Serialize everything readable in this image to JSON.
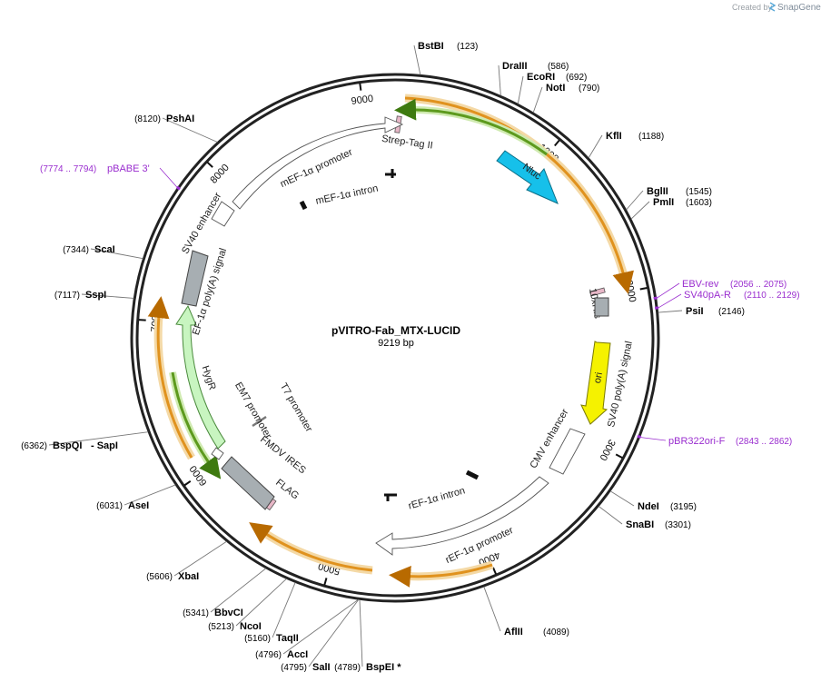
{
  "credit": {
    "prefix": "Created by",
    "brand": "SnapGene"
  },
  "plasmid": {
    "name": "pVITRO-Fab_MTX-LUCID",
    "length": "9219 bp",
    "total_bp": 9219
  },
  "colors": {
    "backbone": "#222222",
    "primer": "#9a2ecf",
    "nluc": "#16c0ea",
    "ori": "#f5f200",
    "hygr": "#c8f5c0",
    "orf_orange": "#e0921e",
    "orf_green": "#5d9a1e",
    "polyA_gray": "#a7aeb2",
    "promoter_white": "#ffffff"
  },
  "ticks": [
    {
      "bp": 1000,
      "label": "1000"
    },
    {
      "bp": 2000,
      "label": "2000"
    },
    {
      "bp": 3000,
      "label": "3000"
    },
    {
      "bp": 4000,
      "label": "4000"
    },
    {
      "bp": 5000,
      "label": "5000"
    },
    {
      "bp": 6000,
      "label": "6000"
    },
    {
      "bp": 7000,
      "label": "7000"
    },
    {
      "bp": 8000,
      "label": "8000"
    },
    {
      "bp": 9000,
      "label": "9000"
    }
  ],
  "sites": [
    {
      "name": "BstBI",
      "pos": "(123)",
      "bp": 123
    },
    {
      "name": "DraIII",
      "pos": "(586)",
      "bp": 586
    },
    {
      "name": "EcoRI",
      "pos": "(692)",
      "bp": 692
    },
    {
      "name": "NotI",
      "pos": "(790)",
      "bp": 790
    },
    {
      "name": "KflI",
      "pos": "(1188)",
      "bp": 1188
    },
    {
      "name": "BglII",
      "pos": "(1545)",
      "bp": 1545
    },
    {
      "name": "PmlI",
      "pos": "(1603)",
      "bp": 1603
    },
    {
      "name": "PsiI",
      "pos": "(2146)",
      "bp": 2146
    },
    {
      "name": "NdeI",
      "pos": "(3195)",
      "bp": 3195
    },
    {
      "name": "SnaBI",
      "pos": "(3301)",
      "bp": 3301
    },
    {
      "name": "AflII",
      "pos": "(4089)",
      "bp": 4089
    },
    {
      "name": "BspEI *",
      "pos": "(4789)",
      "bp": 4789
    },
    {
      "name": "SalI",
      "pos": "(4795)",
      "bp": 4795
    },
    {
      "name": "AccI",
      "pos": "(4796)",
      "bp": 4796
    },
    {
      "name": "TaqII",
      "pos": "(5160)",
      "bp": 5160
    },
    {
      "name": "NcoI",
      "pos": "(5213)",
      "bp": 5213
    },
    {
      "name": "BbvCI",
      "pos": "(5341)",
      "bp": 5341
    },
    {
      "name": "XbaI",
      "pos": "(5606)",
      "bp": 5606
    },
    {
      "name": "AseI",
      "pos": "(6031)",
      "bp": 6031
    },
    {
      "name": "BspQI",
      "pos": "(6362)",
      "bp": 6362,
      "extra": "- SapI"
    },
    {
      "name": "SspI",
      "pos": "(7117)",
      "bp": 7117
    },
    {
      "name": "ScaI",
      "pos": "(7344)",
      "bp": 7344
    },
    {
      "name": "PshAI",
      "pos": "(8120)",
      "bp": 8120
    }
  ],
  "primers": [
    {
      "name": "EBV-rev",
      "range": "(2056 .. 2075)",
      "bp": 2065
    },
    {
      "name": "SV40pA-R",
      "range": "(2110 .. 2129)",
      "bp": 2120
    },
    {
      "name": "pBR322ori-F",
      "range": "(2843 .. 2862)",
      "bp": 2852
    },
    {
      "name": "pBABE 3'",
      "range": "(7774 .. 7794)",
      "bp": 7784
    }
  ],
  "features": [
    {
      "name": "Strep-Tag II",
      "kind": "tag"
    },
    {
      "name": "Nluc",
      "kind": "cds"
    },
    {
      "name": "10xHis",
      "kind": "tag"
    },
    {
      "name": "SV40 poly(A) signal",
      "kind": "polyA"
    },
    {
      "name": "ori",
      "kind": "ori"
    },
    {
      "name": "CMV enhancer",
      "kind": "enhancer"
    },
    {
      "name": "rEF-1α intron",
      "kind": "intron"
    },
    {
      "name": "rEF-1α promoter",
      "kind": "promoter"
    },
    {
      "name": "FLAG",
      "kind": "tag"
    },
    {
      "name": "FMDV IRES",
      "kind": "ires"
    },
    {
      "name": "T7 promoter",
      "kind": "promoter"
    },
    {
      "name": "EM7 promoter",
      "kind": "promoter"
    },
    {
      "name": "HygR",
      "kind": "cds"
    },
    {
      "name": "EF-1α poly(A) signal",
      "kind": "polyA"
    },
    {
      "name": "SV40 enhancer",
      "kind": "enhancer"
    },
    {
      "name": "mEF-1α promoter",
      "kind": "promoter"
    },
    {
      "name": "mEF-1α intron",
      "kind": "intron"
    }
  ]
}
